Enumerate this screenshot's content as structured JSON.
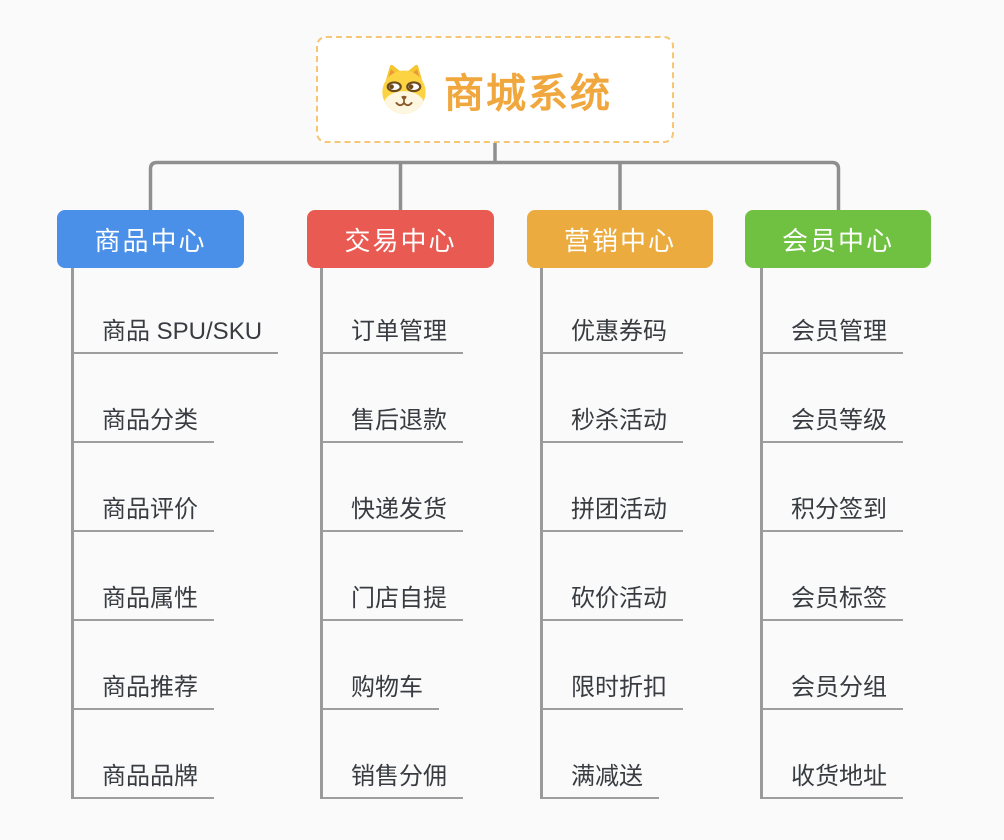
{
  "canvas": {
    "background_color": "#fafafa",
    "connector_color": "#8f8f8f",
    "underline_color": "#9e9e9e"
  },
  "root": {
    "title": "商城系统",
    "icon": "doge-icon",
    "text_color": "#f0a73d",
    "border_color": "#f6c576"
  },
  "branches": [
    {
      "label": "商品中心",
      "color": "#4a8fe8",
      "items": [
        "商品 SPU/SKU",
        "商品分类",
        "商品评价",
        "商品属性",
        "商品推荐",
        "商品品牌"
      ]
    },
    {
      "label": "交易中心",
      "color": "#e95b52",
      "items": [
        "订单管理",
        "售后退款",
        "快递发货",
        "门店自提",
        "购物车",
        "销售分佣"
      ]
    },
    {
      "label": "营销中心",
      "color": "#ebab3f",
      "items": [
        "优惠券码",
        "秒杀活动",
        "拼团活动",
        "砍价活动",
        "限时折扣",
        "满减送"
      ]
    },
    {
      "label": "会员中心",
      "color": "#70c142",
      "items": [
        "会员管理",
        "会员等级",
        "积分签到",
        "会员标签",
        "会员分组",
        "收货地址"
      ]
    }
  ]
}
